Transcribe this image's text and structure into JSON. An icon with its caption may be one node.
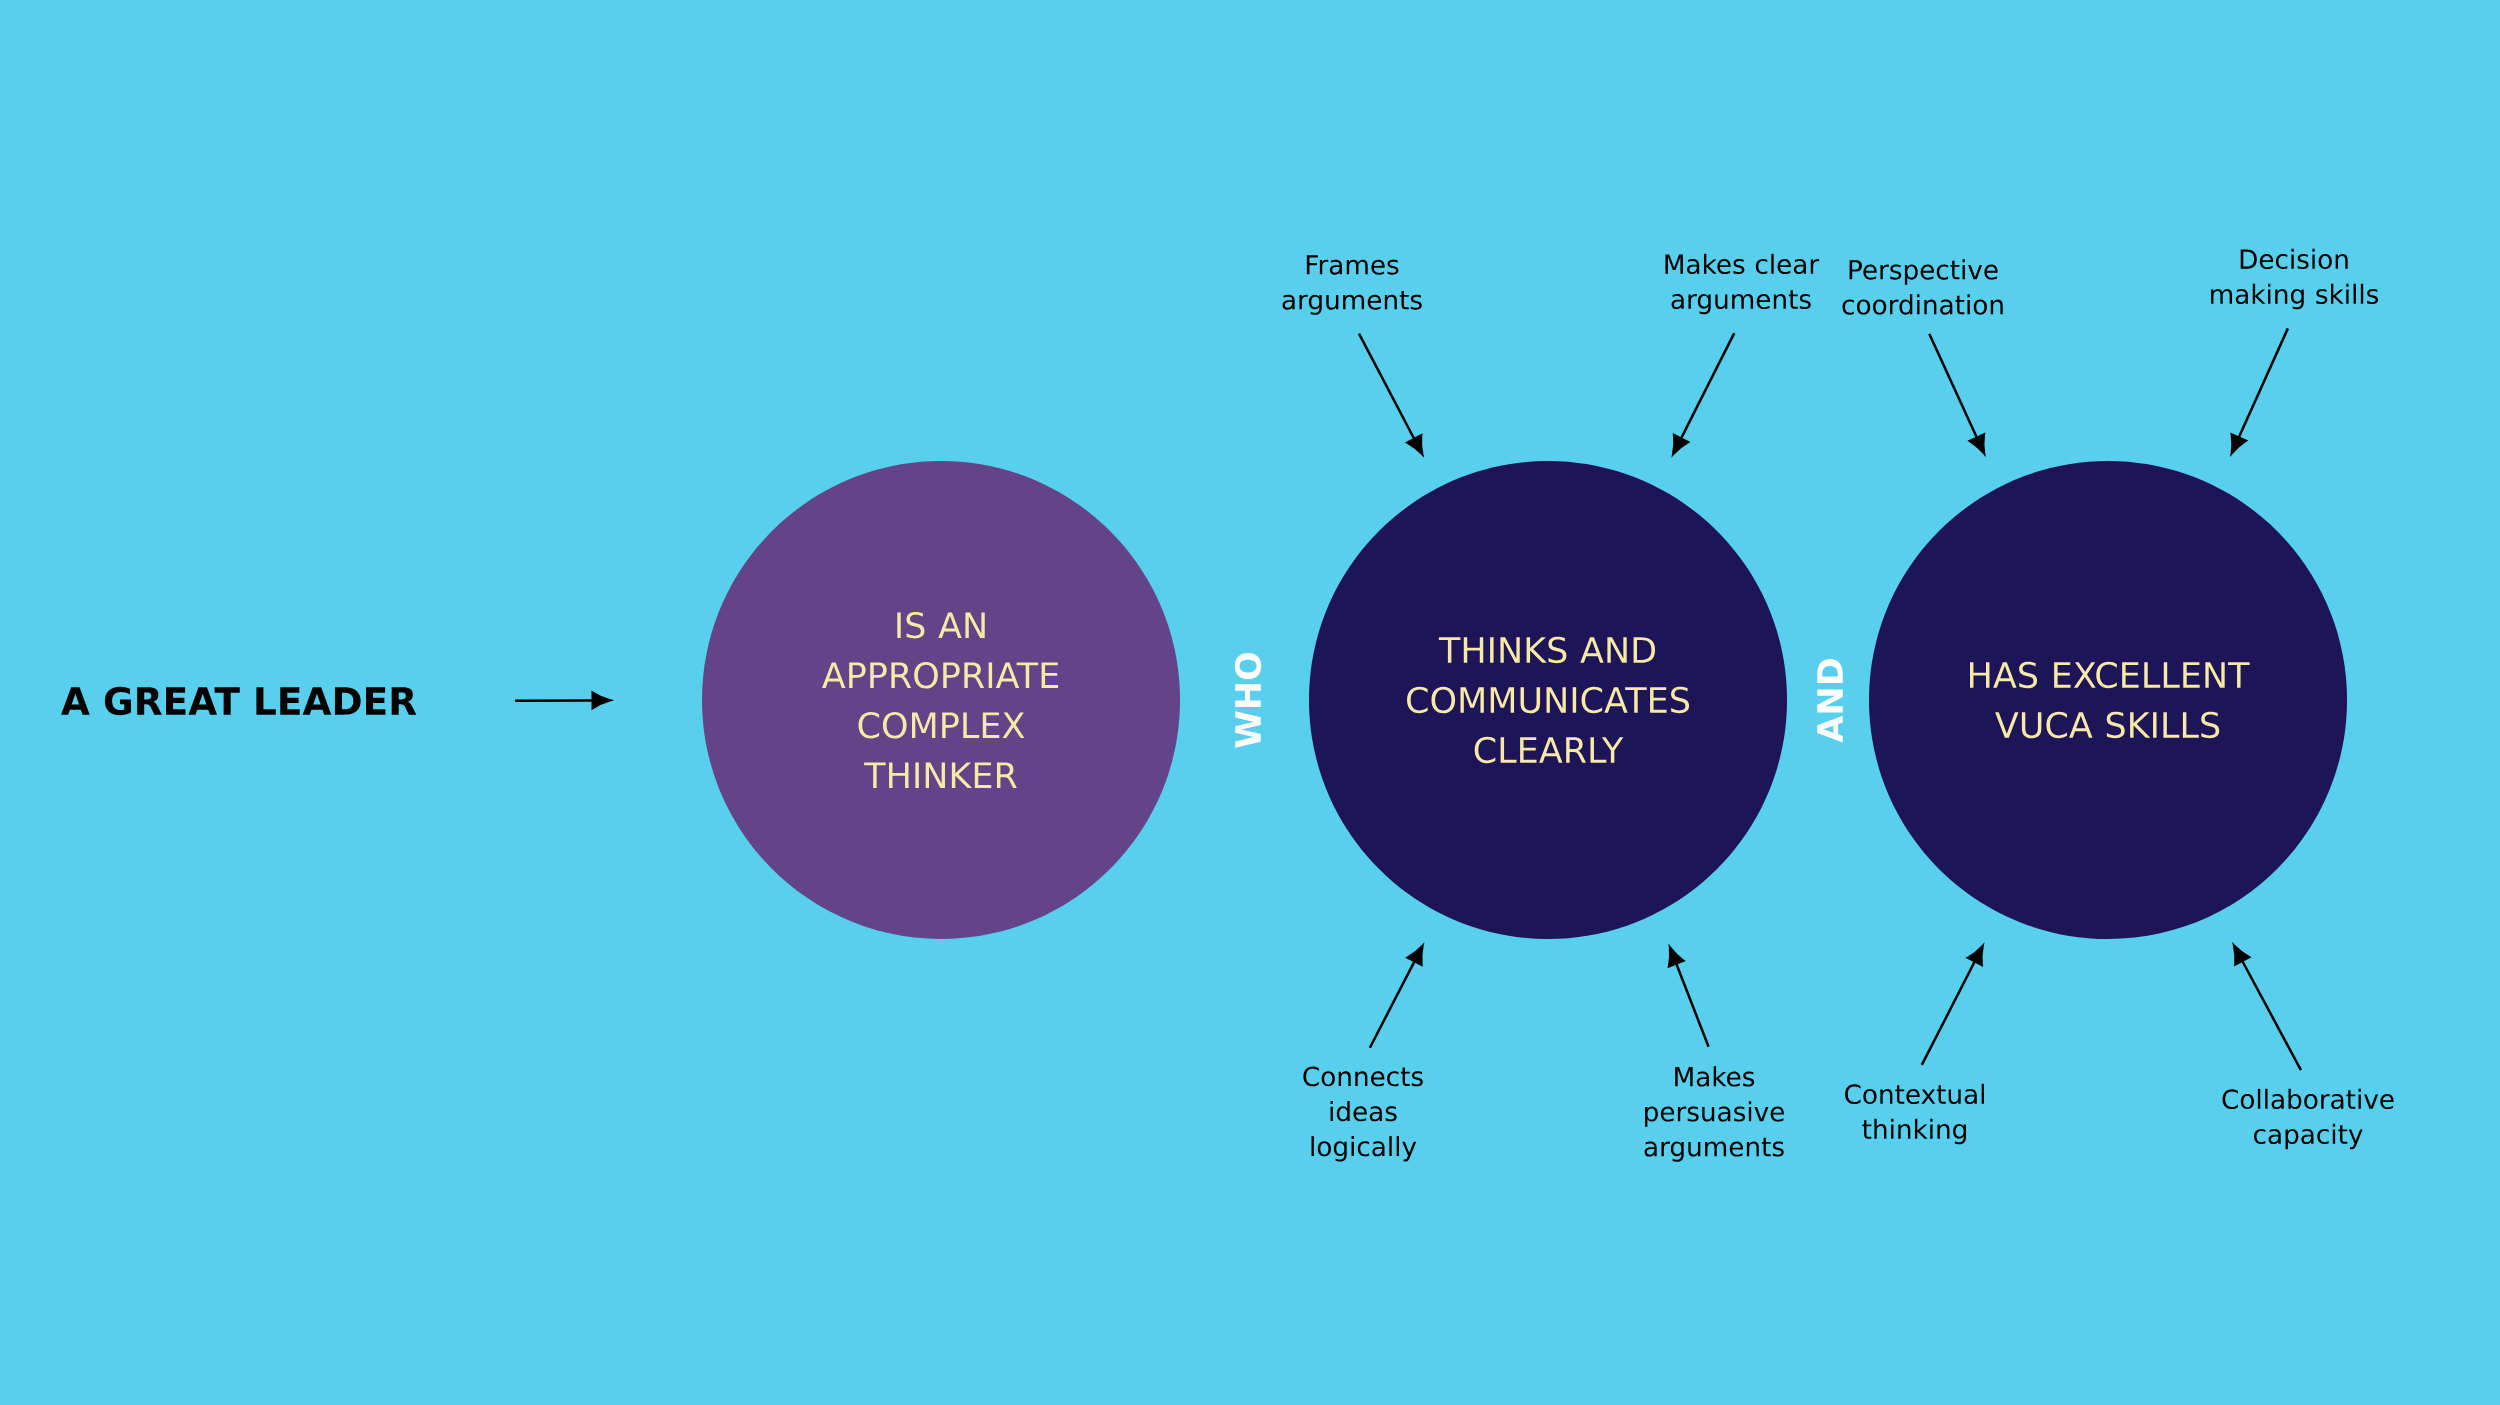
{
  "diagram": {
    "nodes": [
      {
        "text": [
          "A GREAT LEADER"
        ]
      },
      {
        "text": [
          "IS AN APPROPRIATE COMPLEX THINKER"
        ]
      },
      {
        "text": [
          "THINKS AND COMMUNICATES CLEARLY"
        ]
      },
      {
        "text": [
          "HAS EXCELLENT VUCA SKILLS"
        ]
      },
      {
        "text": [
          "Frames arguments"
        ]
      },
      {
        "text": [
          "Makes clear arguments"
        ]
      },
      {
        "text": [
          "Perspective coordination"
        ]
      },
      {
        "text": [
          "Decision making skills"
        ]
      },
      {
        "text": [
          "Connects ideas logically"
        ]
      },
      {
        "text": [
          "Makes persuasive arguments"
        ]
      },
      {
        "text": [
          "Contextual thinking"
        ]
      },
      {
        "text": [
          "Collaborative capacity"
        ]
      }
    ],
    "edges": [
      {
        "from": 0,
        "to": 1,
        "arrow": "to"
      },
      {
        "from": 4,
        "to": 2,
        "arrow": "to"
      },
      {
        "from": 5,
        "to": 2,
        "arrow": "to"
      },
      {
        "from": 6,
        "to": 3,
        "arrow": "to"
      },
      {
        "from": 7,
        "to": 3,
        "arrow": "to"
      },
      {
        "from": 8,
        "to": 2,
        "arrow": "to"
      },
      {
        "from": 9,
        "to": 2,
        "arrow": "to"
      },
      {
        "from": 10,
        "to": 3,
        "arrow": "to"
      },
      {
        "from": 11,
        "to": 3,
        "arrow": "to"
      }
    ],
    "labels": [
      "WHO",
      "AND"
    ]
  }
}
